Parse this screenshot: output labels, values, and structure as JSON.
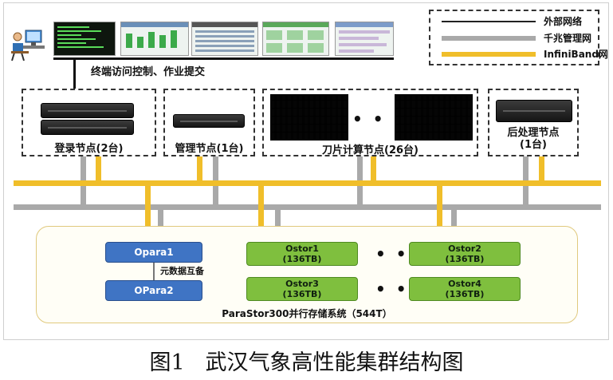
{
  "legend": {
    "items": [
      {
        "label": "外部网络",
        "color": "#222222"
      },
      {
        "label": "千兆管理网",
        "color": "#a9a9a9"
      },
      {
        "label": "InfiniBand网",
        "color": "#f0be2a"
      }
    ]
  },
  "terminal": {
    "label": "终端访问控制、作业提交"
  },
  "nodes": {
    "login": "登录节点(2台)",
    "mgmt": "管理节点(1台)",
    "blade": "刀片计算节点(26台)",
    "blade_dots": "• • •",
    "post_line1": "后处理节点",
    "post_line2": "(1台)"
  },
  "storage": {
    "opara1": "Opara1",
    "opara2": "OPara2",
    "mirror": "元数据互备",
    "ostor": [
      {
        "name": "Ostor1",
        "size": "(136TB)"
      },
      {
        "name": "Ostor2",
        "size": "(136TB)"
      },
      {
        "name": "Ostor3",
        "size": "(136TB)"
      },
      {
        "name": "Ostor4",
        "size": "(136TB)"
      }
    ],
    "dots": "• • •",
    "system_label": "ParaStor300并行存储系统（544T）"
  },
  "caption": "图1   武汉气象高性能集群结构图",
  "colors": {
    "infiniband": "#f0be2a",
    "gigabit": "#a9a9a9",
    "external": "#222222",
    "opara": "#3f74c4",
    "ostor": "#7fbf3e"
  }
}
